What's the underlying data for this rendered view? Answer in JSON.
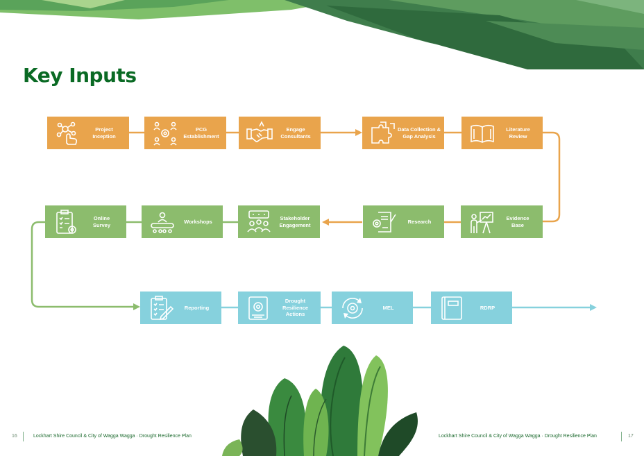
{
  "title": "Key Inputs",
  "colors": {
    "orange": "#e9a44c",
    "green": "#8cbc6d",
    "blue": "#86d1dd",
    "title": "#0a6a24"
  },
  "steps": [
    {
      "label": "Project\nInception",
      "icon": "network-hand-icon",
      "color": "orange"
    },
    {
      "label": "PCG\nEstablishment",
      "icon": "team-gear-icon",
      "color": "orange"
    },
    {
      "label": "Engage\nConsultants",
      "icon": "handshake-icon",
      "color": "orange"
    },
    {
      "label": "Data Collection &\nGap Analysis",
      "icon": "puzzle-icon",
      "color": "orange"
    },
    {
      "label": "Literature\nReview",
      "icon": "open-book-icon",
      "color": "orange"
    },
    {
      "label": "Evidence\nBase",
      "icon": "presenter-chart-icon",
      "color": "green"
    },
    {
      "label": "Research",
      "icon": "gear-document-icon",
      "color": "green"
    },
    {
      "label": "Stakeholder\nEngagement",
      "icon": "people-group-icon",
      "color": "green"
    },
    {
      "label": "Workshops",
      "icon": "meeting-table-icon",
      "color": "green"
    },
    {
      "label": "Online\nSurvey",
      "icon": "clipboard-gear-icon",
      "color": "green"
    },
    {
      "label": "Reporting",
      "icon": "checklist-pencil-icon",
      "color": "blue"
    },
    {
      "label": "Drought Resilience\nActions",
      "icon": "gear-tablet-icon",
      "color": "blue"
    },
    {
      "label": "MEL",
      "icon": "cycle-gear-icon",
      "color": "blue"
    },
    {
      "label": "RDRP",
      "icon": "book-icon",
      "color": "blue"
    }
  ],
  "footer": {
    "left_page": "16",
    "left_text": "Lockhart Shire Council & City of Wagga Wagga · Drought Resilience Plan",
    "right_text": "Lockhart Shire Council & City of Wagga Wagga · Drought Resilience Plan",
    "right_page": "17"
  }
}
